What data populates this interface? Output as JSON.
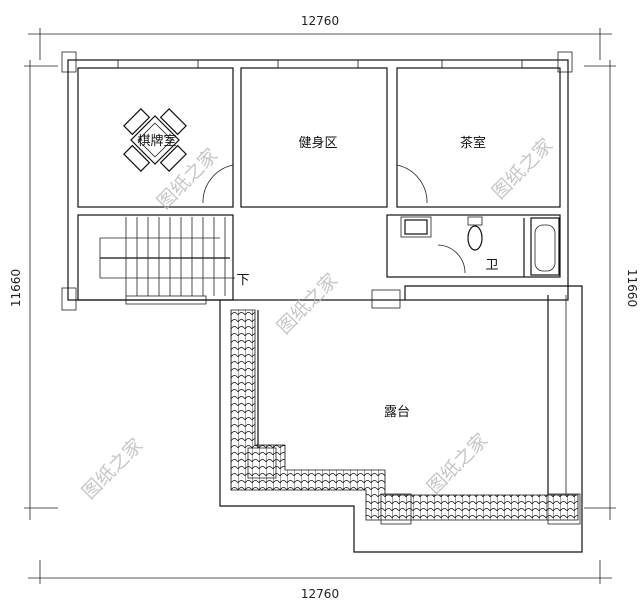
{
  "dimensions": {
    "top": "12760",
    "bottom": "12760",
    "left": "11660",
    "right": "11660"
  },
  "rooms": {
    "chess_room": "棋牌室",
    "gym": "健身区",
    "tea_room": "茶室",
    "bathroom": "卫",
    "stair_down": "下",
    "terrace": "露台"
  },
  "watermark": "图纸之家"
}
